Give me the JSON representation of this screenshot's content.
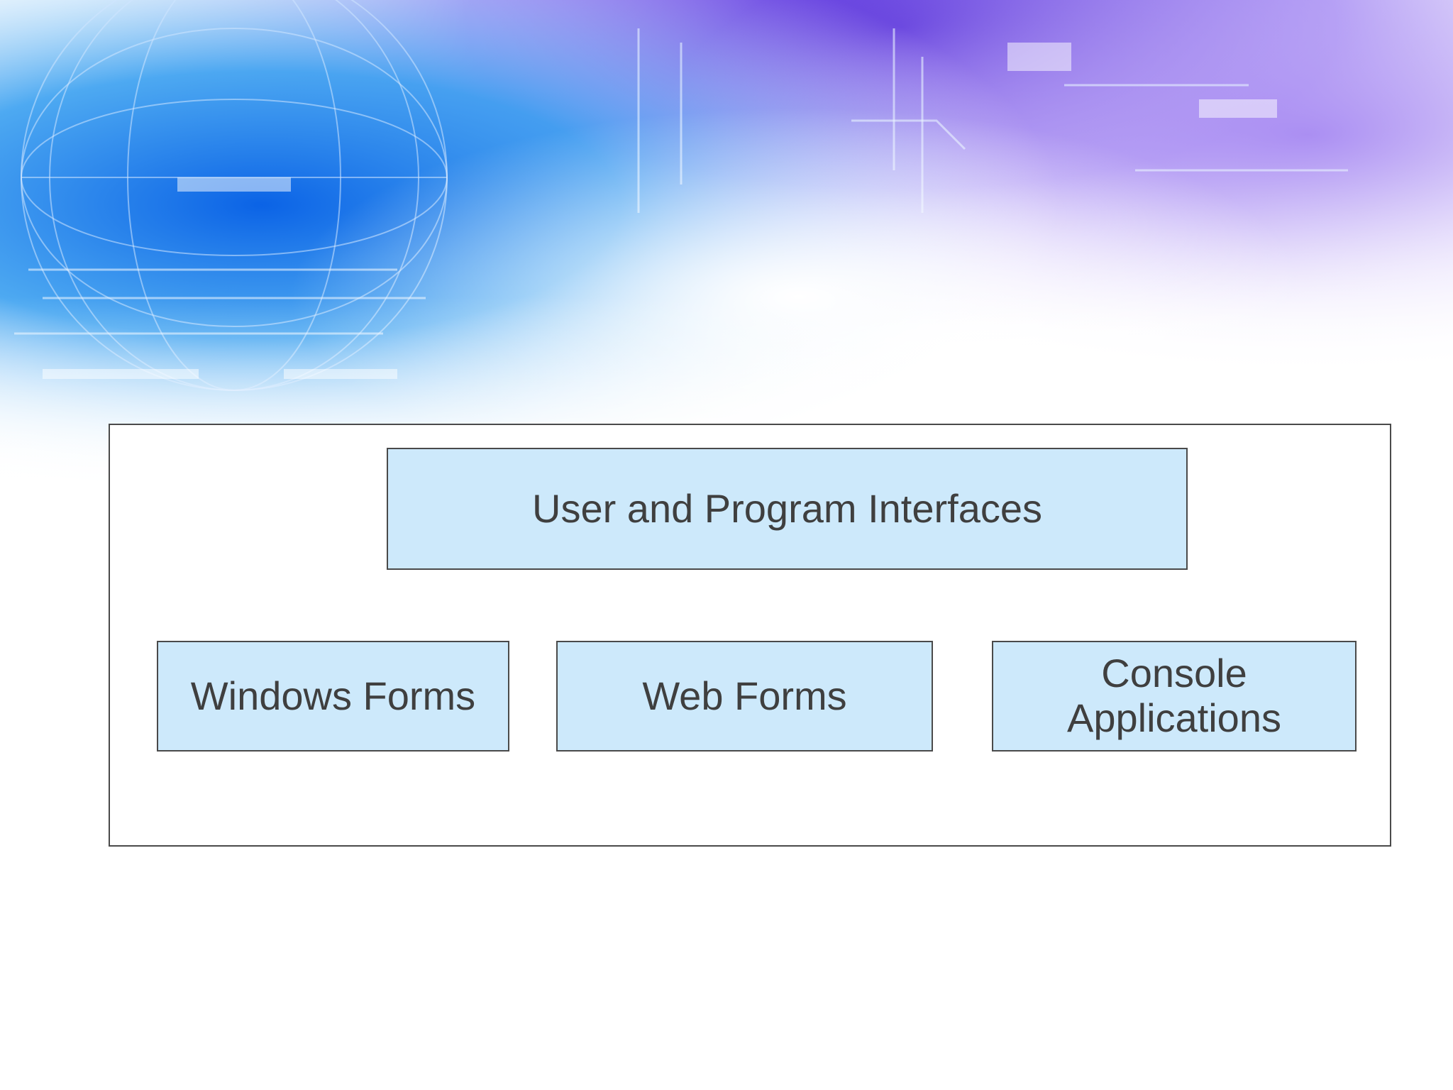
{
  "diagram": {
    "top_box": {
      "label": "User and Program Interfaces"
    },
    "boxes": [
      {
        "label": "Windows Forms"
      },
      {
        "label": "Web Forms"
      },
      {
        "label": "Console\nApplications"
      }
    ]
  },
  "colors": {
    "box_fill": "#cde9fb",
    "box_border": "#4a4a4a",
    "text": "#3f3f3f",
    "background_blue": "#1e6fe0",
    "background_purple": "#6a3fd6"
  }
}
